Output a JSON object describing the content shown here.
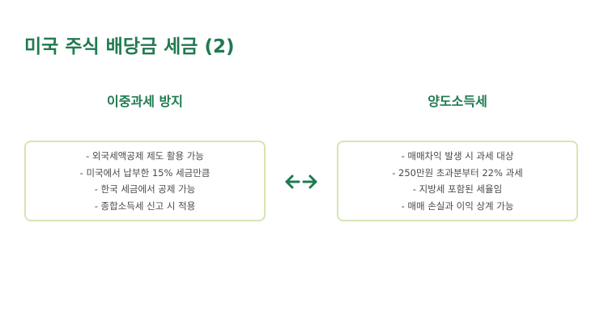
{
  "slide": {
    "title": "미국 주식 배당금 세금 (2)"
  },
  "left": {
    "heading": "이중과세 방지",
    "items": [
      "- 외국세액공제 제도 활용 가능",
      "- 미국에서 납부한 15% 세금만큼",
      "- 한국 세금에서 공제 가능",
      "- 종합소득세 신고 시 적용"
    ]
  },
  "right": {
    "heading": "양도소득세",
    "items": [
      "- 매매차익 발생 시 과세 대상",
      "- 250만원 초과분부터 22% 과세",
      "- 지방세 포함된 세율임",
      "- 매매 손실과 이익 상계 가능"
    ]
  },
  "connector": {
    "icon": "double-arrow-icon"
  },
  "colors": {
    "accent": "#1f7a50",
    "card_border": "#d5e5b2",
    "body_text": "#4a4a4a"
  }
}
